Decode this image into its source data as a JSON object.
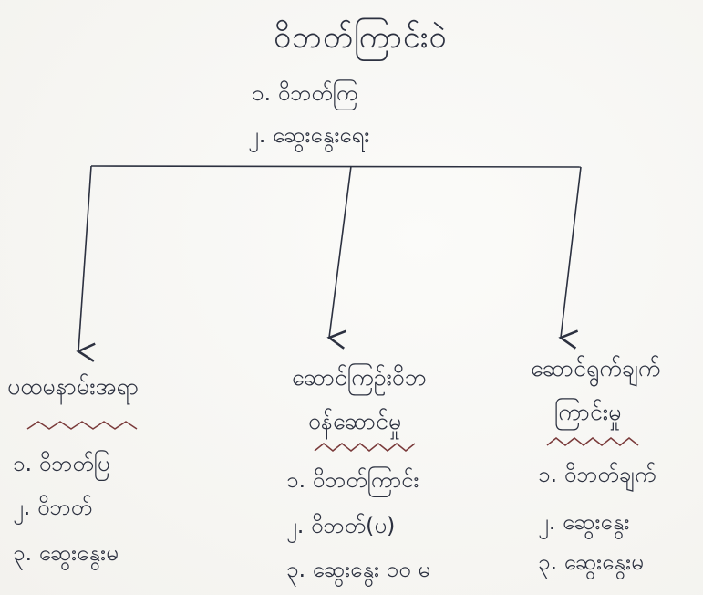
{
  "root": {
    "title": "ဝိဘတ်ကြာင်းဝဲ",
    "items": [
      "၁. ဝိဘတ်ကြ",
      "၂. ဆွေးနွေးရေး"
    ]
  },
  "branches": [
    {
      "heading": "ပထမနာမ်းအရာ",
      "subheading": "",
      "items": [
        "၁. ဝိဘတ်ပြ",
        "၂. ဝိဘတ်",
        "၃. ဆွေးနွေးမ"
      ]
    },
    {
      "heading": "ဆောင်ကြဉ်းဝိဘ",
      "subheading": "ဝန်ဆောင်မှု",
      "items": [
        "၁. ဝိဘတ်ကြာင်း",
        "၂. ဝိဘတ်(ပ)",
        "၃. ဆွေးနွေး ၁၀ မ"
      ]
    },
    {
      "heading": "ဆောင်ရွက်ချက်",
      "subheading": "ကြာင်းမှု",
      "items": [
        "၁. ဝိဘတ်ချက်",
        "၂. ဆွေးနွေး",
        "၃. ဆွေးနွေးမ"
      ]
    }
  ],
  "colors": {
    "ink": "#2c3140",
    "underline": "#7a3a3a",
    "paper": "#f7f6f3"
  }
}
